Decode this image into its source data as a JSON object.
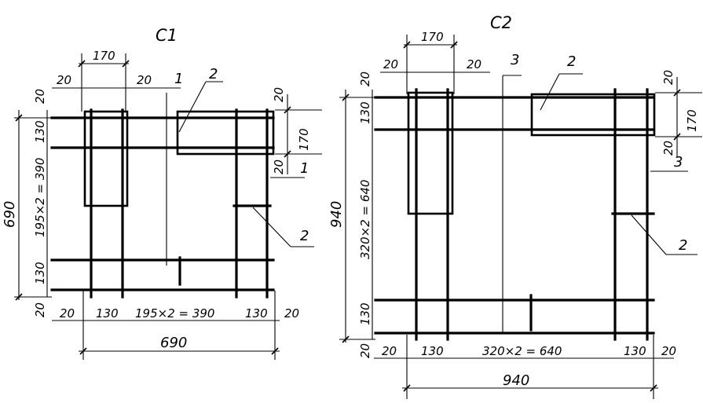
{
  "left": {
    "title": "C1",
    "top_width": "170",
    "top_left_cover": "20",
    "top_right_cover": "20",
    "callout_1_top": "1",
    "callout_2_top": "2",
    "left_top_cover": "20",
    "left_top_bar": "130",
    "left_pitch": "195×2 = 390",
    "left_bottom_bar": "130",
    "left_bottom_cover": "20",
    "overall_height": "690",
    "right_top_cover": "20",
    "right_height": "170",
    "right_bottom_cover": "20",
    "callout_1_right": "1",
    "callout_2_right": "2",
    "bottom_left_cover": "20",
    "bottom_left_bar": "130",
    "bottom_pitch": "195×2 = 390",
    "bottom_right_bar": "130",
    "bottom_right_cover": "20",
    "overall_width": "690"
  },
  "right": {
    "title": "C2",
    "top_width": "170",
    "top_left_cover": "20",
    "top_right_cover": "20",
    "callout_3_top": "3",
    "callout_2_top": "2",
    "left_top_cover": "20",
    "left_top_bar": "130",
    "left_pitch": "320×2 = 640",
    "left_bottom_bar": "130",
    "left_bottom_cover": "20",
    "overall_height": "940",
    "right_top_cover": "20",
    "right_height": "170",
    "right_bottom_cover": "20",
    "callout_3_right": "3",
    "callout_2_right": "2",
    "bottom_left_cover": "20",
    "bottom_left_bar": "130",
    "bottom_pitch": "320×2 = 640",
    "bottom_right_bar": "130",
    "bottom_right_cover": "20",
    "overall_width": "940"
  }
}
